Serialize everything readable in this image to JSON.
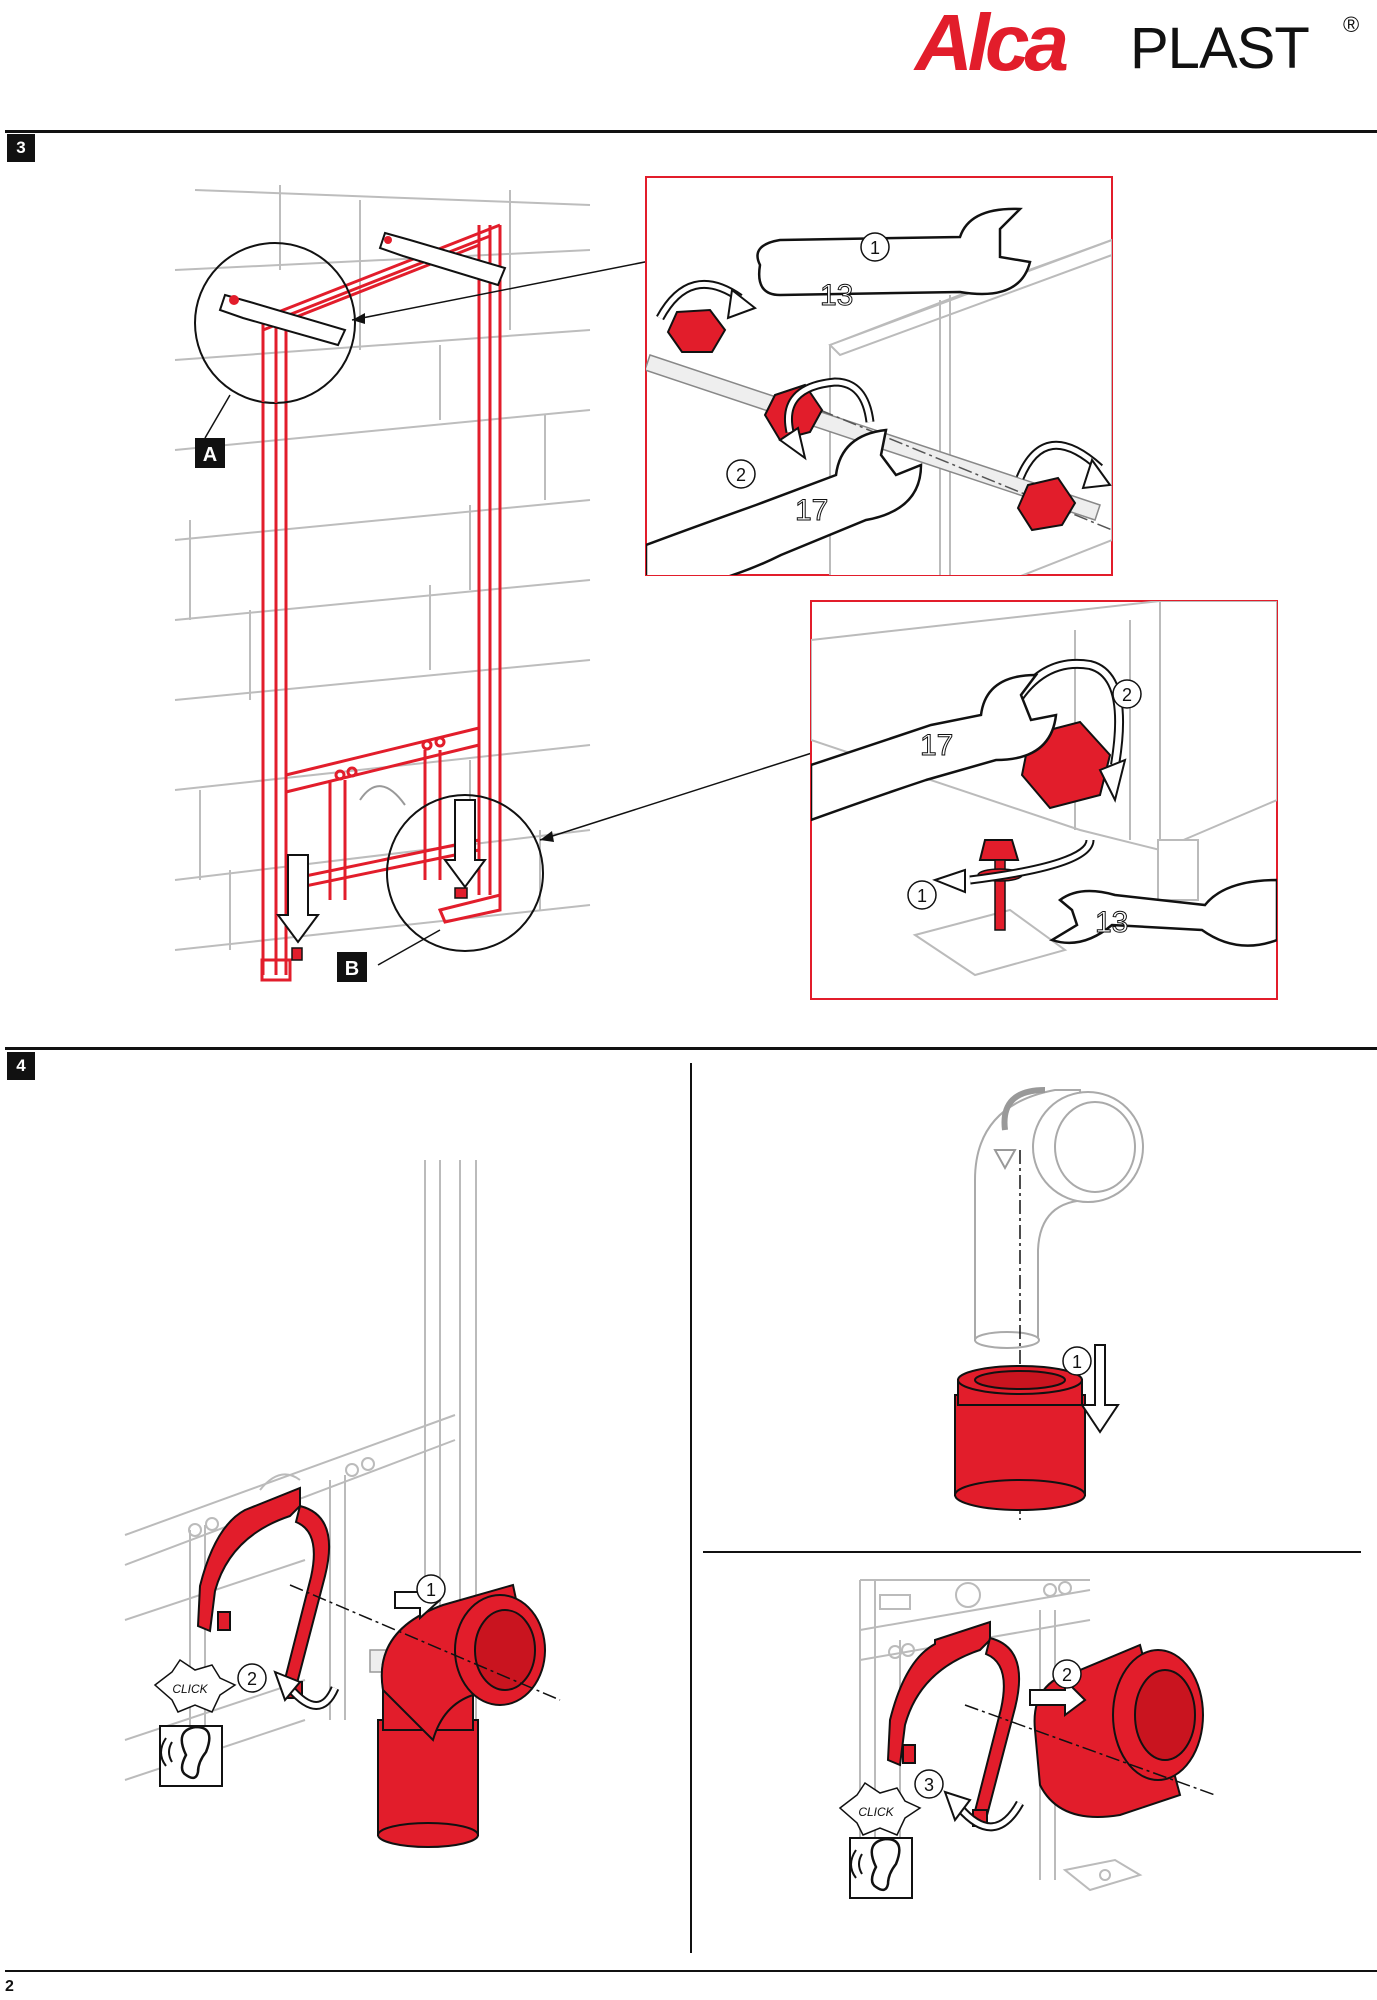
{
  "brand": {
    "word_a": "Alca",
    "word_b": "PLAST",
    "registered": "®"
  },
  "steps": [
    {
      "number": "3"
    },
    {
      "number": "4"
    }
  ],
  "step3": {
    "callouts": [
      "A",
      "B"
    ],
    "detail_top": {
      "step1": "1",
      "step2": "2",
      "wrench_1": "13",
      "wrench_2": "17"
    },
    "detail_bottom": {
      "step1": "1",
      "step2": "2",
      "wrench_1": "17",
      "wrench_2": "13"
    }
  },
  "step4": {
    "left": {
      "step1": "1",
      "step2": "2",
      "sound_text": "CLICK"
    },
    "right_top": {
      "step1": "1"
    },
    "right_bottom": {
      "step2": "2",
      "step3": "3",
      "sound_text": "CLICK"
    }
  },
  "page_number": "2",
  "colors": {
    "accent": "#e21d2b",
    "line": "#111111",
    "wall": "#bdbdbd"
  },
  "icons": [
    "wrench-icon",
    "rotation-arrow-icon",
    "down-arrow-icon",
    "ear-icon",
    "click-burst-icon"
  ]
}
